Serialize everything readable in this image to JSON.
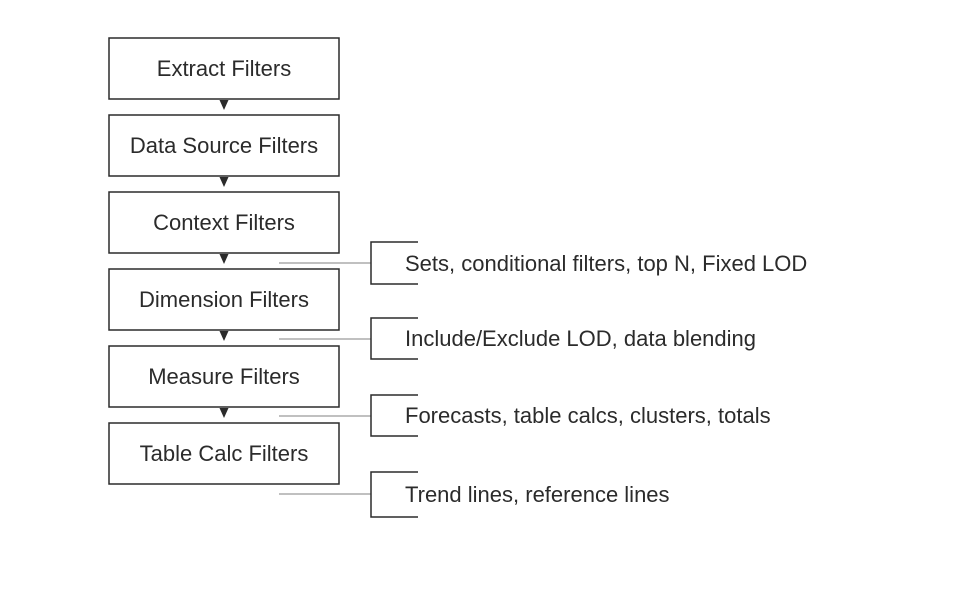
{
  "diagram": {
    "stages": [
      {
        "label": "Extract Filters"
      },
      {
        "label": "Data Source Filters"
      },
      {
        "label": "Context Filters"
      },
      {
        "label": "Dimension Filters"
      },
      {
        "label": "Measure Filters"
      },
      {
        "label": "Table Calc Filters"
      }
    ],
    "annotations": [
      {
        "text": "Sets, conditional filters, top N, Fixed LOD"
      },
      {
        "text": "Include/Exclude LOD, data blending"
      },
      {
        "text": "Forecasts, table calcs, clusters, totals"
      },
      {
        "text": "Trend lines, reference lines"
      }
    ],
    "colors": {
      "box_stroke": "#2b2b2b",
      "text": "#2b2b2b",
      "connector": "#9a9a9a",
      "bracket": "#2b2b2b",
      "background": "#ffffff"
    }
  }
}
